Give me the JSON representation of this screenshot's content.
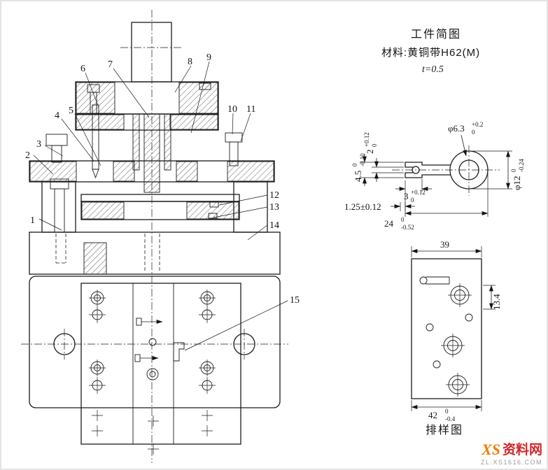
{
  "header": {
    "title": "工件简图",
    "material": "材料:黄铜带H62(M)",
    "thickness": "t=0.5"
  },
  "part_labels": {
    "p1": "1",
    "p2": "2",
    "p3": "3",
    "p4": "4",
    "p5": "5",
    "p6": "6",
    "p7": "7",
    "p8": "8",
    "p9": "9",
    "p10": "10",
    "p11": "11",
    "p12": "12",
    "p13": "13",
    "p14": "14",
    "p15": "15"
  },
  "workpiece_dims": {
    "dia63": {
      "main": "φ6.3",
      "sup": "+0.2",
      "sub": "0"
    },
    "dia12": {
      "main": "φ12",
      "sup": "0",
      "sub": "-0.24"
    },
    "h45": {
      "main": "4.5",
      "sup": "0",
      "sub": "-0.10"
    },
    "h2": {
      "main": "2",
      "sup": "+0.12",
      "sub": "0"
    },
    "w3": {
      "main": "3",
      "sup": "+0.12",
      "sub": "0"
    },
    "w125": {
      "main": "1.25±0.12"
    },
    "w24": {
      "main": "24",
      "sup": "0",
      "sub": "-0.52"
    }
  },
  "strip_layout": {
    "title": "排样图",
    "w39": "39",
    "h134": "13.4",
    "w42": {
      "main": "42",
      "sup": "0",
      "sub": "-0.4"
    }
  },
  "watermark": {
    "logo_text": "XS",
    "site_name": "资料网",
    "url": "ZL.XS1616.COM"
  }
}
